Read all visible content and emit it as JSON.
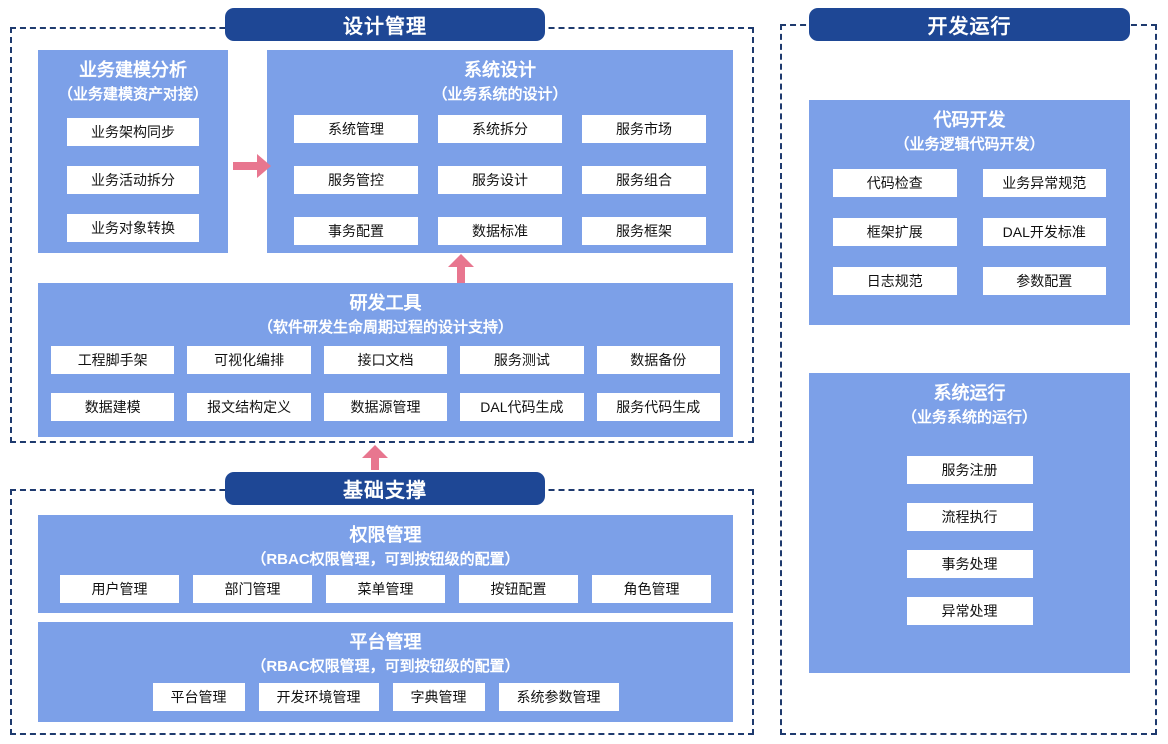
{
  "colors": {
    "pill_bg": "#1E4795",
    "panel_bg": "#7CA0E8",
    "arrow": "#E8768F",
    "dashed_border": "#1E3A6E",
    "item_bg": "#FFFFFF",
    "item_text": "#111111"
  },
  "design_mgmt": {
    "title": "设计管理",
    "business_modeling": {
      "title": "业务建模分析",
      "subtitle": "（业务建模资产对接）",
      "items": [
        "业务架构同步",
        "业务活动拆分",
        "业务对象转换"
      ]
    },
    "system_design": {
      "title": "系统设计",
      "subtitle": "（业务系统的设计）",
      "items": [
        "系统管理",
        "系统拆分",
        "服务市场",
        "服务管控",
        "服务设计",
        "服务组合",
        "事务配置",
        "数据标准",
        "服务框架"
      ]
    },
    "dev_tools": {
      "title": "研发工具",
      "subtitle": "（软件研发生命周期过程的设计支持）",
      "items": [
        "工程脚手架",
        "可视化编排",
        "接口文档",
        "服务测试",
        "数据备份",
        "数据建模",
        "报文结构定义",
        "数据源管理",
        "DAL代码生成",
        "服务代码生成"
      ]
    }
  },
  "basic_support": {
    "title": "基础支撑",
    "permission_mgmt": {
      "title": "权限管理",
      "subtitle": "（RBAC权限管理，可到按钮级的配置）",
      "items": [
        "用户管理",
        "部门管理",
        "菜单管理",
        "按钮配置",
        "角色管理"
      ]
    },
    "platform_mgmt": {
      "title": "平台管理",
      "subtitle": "（RBAC权限管理，可到按钮级的配置）",
      "items": [
        "平台管理",
        "开发环境管理",
        "字典管理",
        "系统参数管理"
      ]
    }
  },
  "dev_run": {
    "title": "开发运行",
    "code_dev": {
      "title": "代码开发",
      "subtitle": "（业务逻辑代码开发）",
      "items": [
        "代码检查",
        "业务异常规范",
        "框架扩展",
        "DAL开发标准",
        "日志规范",
        "参数配置"
      ]
    },
    "system_run": {
      "title": "系统运行",
      "subtitle": "（业务系统的运行）",
      "items": [
        "服务注册",
        "流程执行",
        "事务处理",
        "异常处理"
      ]
    }
  }
}
